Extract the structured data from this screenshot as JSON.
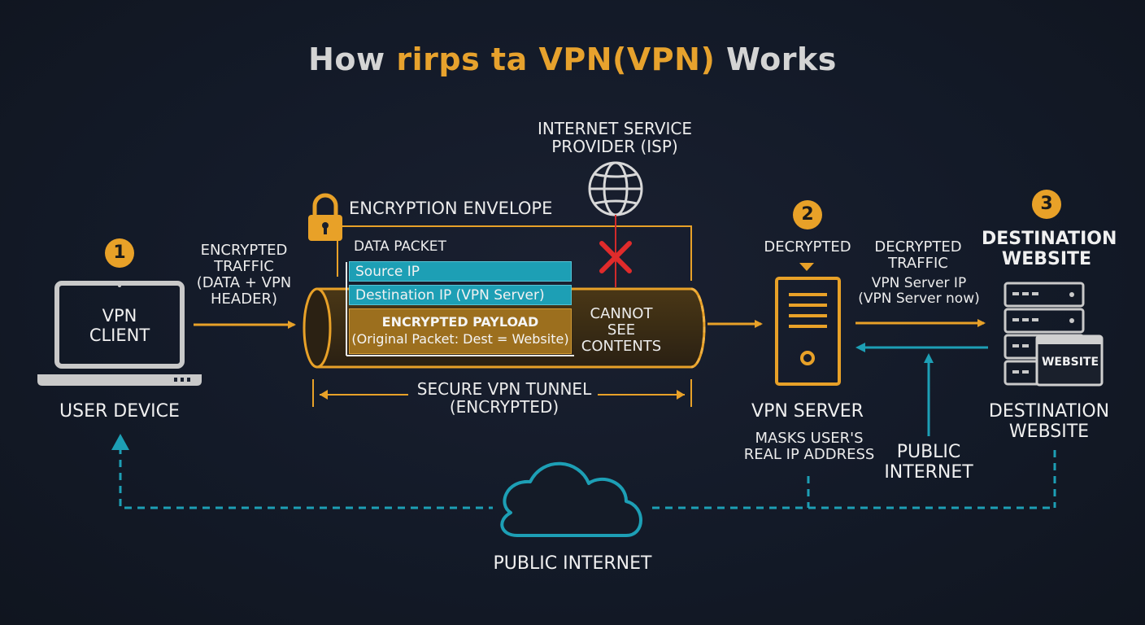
{
  "title": {
    "part1": "How ",
    "part2": "rirps ta VPN(VPN)",
    "part3": " Works"
  },
  "colors": {
    "accent": "#e8a128",
    "cyan": "#1d9fb5",
    "background": "#131a28",
    "alert": "#e02b2b"
  },
  "steps": [
    {
      "number": "1"
    },
    {
      "number": "2"
    },
    {
      "number": "3"
    }
  ],
  "user_device": {
    "screen_line1": "VPN",
    "screen_line2": "CLIENT",
    "label": "USER DEVICE",
    "icon": "laptop-icon"
  },
  "encrypted_traffic": {
    "line1": "ENCRYPTED",
    "line2": "TRAFFIC",
    "line3": "(DATA + VPN",
    "line4": "HEADER)"
  },
  "isp": {
    "line1": "INTERNET SERVICE",
    "line2": "PROVIDER (ISP)",
    "icon": "globe-icon",
    "blocked_icon": "x-mark-icon"
  },
  "envelope": {
    "title": "ENCRYPTION ENVELOPE",
    "icon": "padlock-icon",
    "packet_label": "DATA PACKET",
    "source_ip": "Source IP",
    "destination_ip": "Destination IP (VPN Server)",
    "payload_title": "ENCRYPTED PAYLOAD",
    "payload_detail": "(Original Packet: Dest = Website)"
  },
  "tunnel": {
    "cannot_line1": "CANNOT",
    "cannot_line2": "SEE",
    "cannot_line3": "CONTENTS",
    "label_line1": "SECURE VPN TUNNEL",
    "label_line2": "(ENCRYPTED)"
  },
  "vpn_server": {
    "decrypted": "DECRYPTED",
    "label": "VPN SERVER",
    "note_line1": "MASKS USER'S",
    "note_line2": "REAL IP ADDRESS",
    "icon": "server-icon"
  },
  "decrypted_traffic": {
    "line1": "DECRYPTED",
    "line2": "TRAFFIC",
    "line3": "VPN Server IP",
    "line4": "(VPN Server now)"
  },
  "destination": {
    "top_line1": "DESTINATION",
    "top_line2": "WEBSITE",
    "screen_label": "WEBSITE",
    "bottom_line1": "DESTINATION",
    "bottom_line2": "WEBSITE",
    "icon": "server-rack-icon"
  },
  "public_internet_side": {
    "line1": "PUBLIC",
    "line2": "INTERNET"
  },
  "public_internet_bottom": {
    "label": "PUBLIC INTERNET",
    "icon": "cloud-icon"
  }
}
